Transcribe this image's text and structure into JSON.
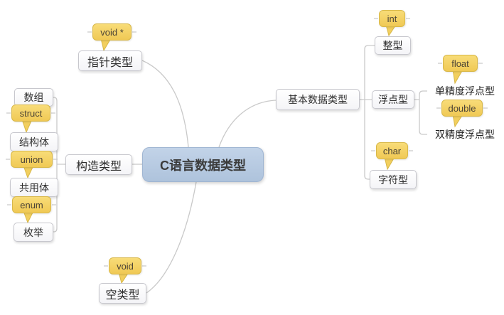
{
  "root": {
    "label": "C语言数据类型"
  },
  "pointer": {
    "label": "指针类型",
    "callout": "void *"
  },
  "void_type": {
    "label": "空类型",
    "callout": "void"
  },
  "constructed": {
    "label": "构造类型",
    "children": {
      "array": {
        "label": "数组"
      },
      "struct": {
        "label": "结构体",
        "callout": "struct"
      },
      "union": {
        "label": "共用体",
        "callout": "union"
      },
      "enum": {
        "label": "枚举",
        "callout": "enum"
      }
    }
  },
  "basic": {
    "label": "基本数据类型",
    "children": {
      "int": {
        "label": "整型",
        "callout": "int"
      },
      "float": {
        "label": "浮点型",
        "children": {
          "single": {
            "label": "单精度浮点型",
            "callout": "float"
          },
          "double": {
            "label": "双精度浮点型",
            "callout": "double"
          }
        }
      },
      "char": {
        "label": "字符型",
        "callout": "char"
      }
    }
  },
  "colors": {
    "root_fill": "#b5c9e1",
    "topic_fill": "#ffffff",
    "topic_border": "#c7c7cd",
    "callout_fill": "#f5d263",
    "callout_border": "#d8b849",
    "line": "#c9c9c9"
  }
}
